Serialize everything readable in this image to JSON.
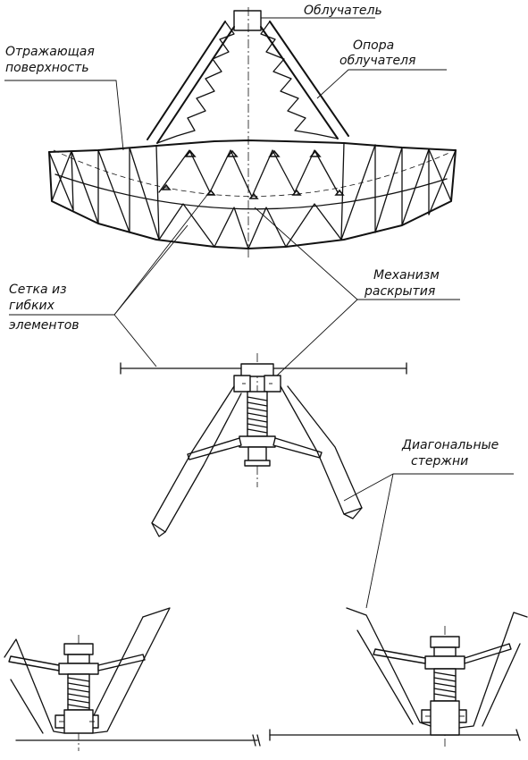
{
  "labels": {
    "feed": "Облучатель",
    "reflective_1": "Отражающая",
    "reflective_2": "поверхность",
    "feed_support_1": "Опора",
    "feed_support_2": "облучателя",
    "mesh_1": "Сетка из",
    "mesh_2": "гибких",
    "mesh_3": "элементов",
    "mechanism_1": "Механизм",
    "mechanism_2": "раскрытия",
    "diagonal_1": "Диагональные",
    "diagonal_2": "стержни"
  }
}
